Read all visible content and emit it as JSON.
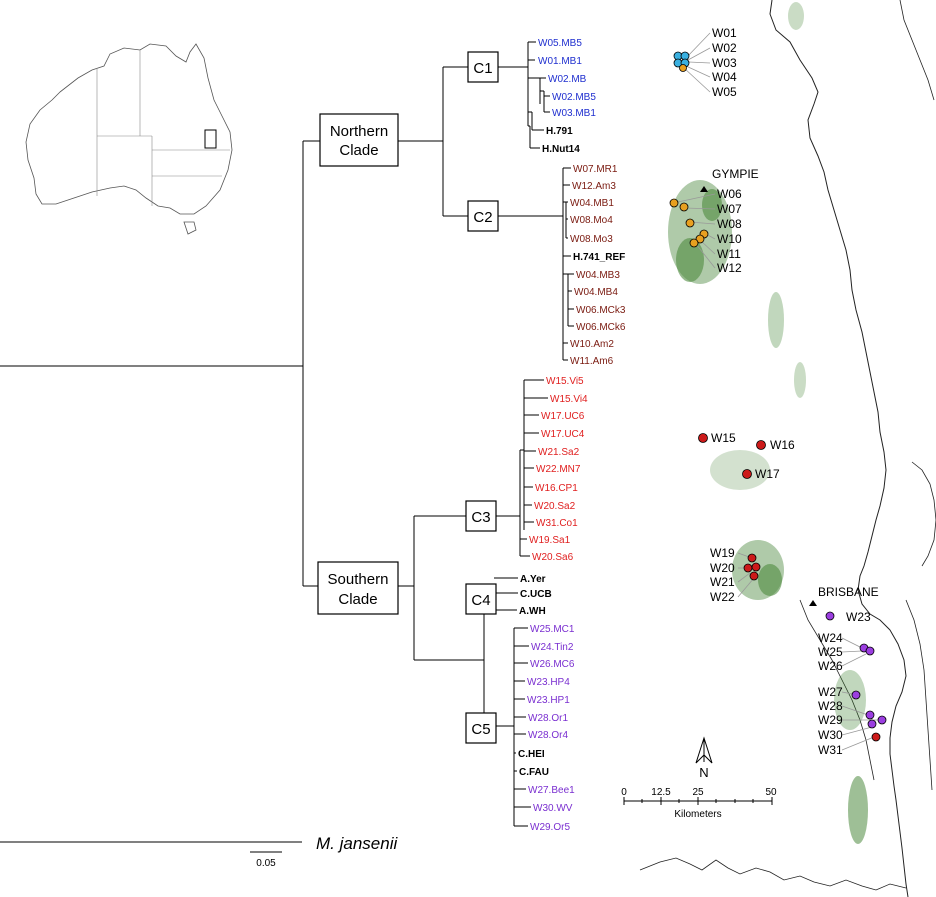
{
  "tree": {
    "clades": {
      "northern": [
        "Northern",
        "Clade"
      ],
      "southern": [
        "Southern",
        "Clade"
      ]
    },
    "groups": {
      "c1": "C1",
      "c2": "C2",
      "c3": "C3",
      "c4": "C4",
      "c5": "C5"
    },
    "c1_tips": [
      "W05.MB5",
      "W01.MB1",
      "W02.MB",
      "W02.MB5",
      "W03.MB1",
      "H.791",
      "H.Nut14"
    ],
    "c2_tips": [
      "W07.MR1",
      "W12.Am3",
      "W04.MB1",
      "W08.Mo4",
      "W08.Mo3",
      "H.741_REF",
      "W04.MB3",
      "W04.MB4",
      "W06.MCk3",
      "W06.MCk6",
      "W10.Am2",
      "W11.Am6"
    ],
    "c3_tips": [
      "W15.Vi5",
      "W15.Vi4",
      "W17.UC6",
      "W17.UC4",
      "W21.Sa2",
      "W22.MN7",
      "W16.CP1",
      "W20.Sa2",
      "W31.Co1",
      "W19.Sa1",
      "W20.Sa6"
    ],
    "c4_tips": [
      "A.Yer",
      "C.UCB",
      "A.WH"
    ],
    "c5_tips": [
      "W25.MC1",
      "W24.Tin2",
      "W26.MC6",
      "W23.HP4",
      "W23.HP1",
      "W28.Or1",
      "W28.Or4",
      "C.HEI",
      "C.FAU",
      "W27.Bee1",
      "W30.WV",
      "W29.Or5"
    ],
    "outgroup": "M. jansenii",
    "tree_scale": "0.05"
  },
  "map": {
    "cities": {
      "gympie": "GYMPIE",
      "brisbane": "BRISBANE"
    },
    "north_arrow": "N",
    "scale_ticks": [
      "0",
      "12.5",
      "25",
      "50"
    ],
    "scale_unit": "Kilometers",
    "site_groups": [
      {
        "color": "#3ab0e0",
        "labels": [
          "W01",
          "W02",
          "W03",
          "W04",
          "W05"
        ]
      },
      {
        "color": "#e8a020",
        "labels": [
          "W06",
          "W07",
          "W08",
          "W10",
          "W11",
          "W12"
        ]
      },
      {
        "color": "#cc1a1a",
        "labels": [
          "W15",
          "W16",
          "W17"
        ]
      },
      {
        "color": "#cc1a1a",
        "labels": [
          "W19",
          "W20",
          "W21",
          "W22"
        ]
      },
      {
        "color": "#9b3ee0",
        "labels": [
          "W23"
        ]
      },
      {
        "color": "#9b3ee0",
        "labels": [
          "W24",
          "W25",
          "W26"
        ]
      },
      {
        "color": "#9b3ee0",
        "labels": [
          "W27",
          "W28",
          "W29",
          "W30",
          "W31"
        ]
      }
    ]
  },
  "colors": {
    "c1": "#1f2fcf",
    "c2": "#7a1a10",
    "c3": "#e02020",
    "c5": "#7a2fd0",
    "ref": "#000000",
    "vegetation": "#3a7d2a"
  },
  "bold_tips": [
    "H.791",
    "H.Nut14",
    "H.741_REF",
    "A.Yer",
    "C.UCB",
    "A.WH",
    "C.HEI",
    "C.FAU"
  ]
}
